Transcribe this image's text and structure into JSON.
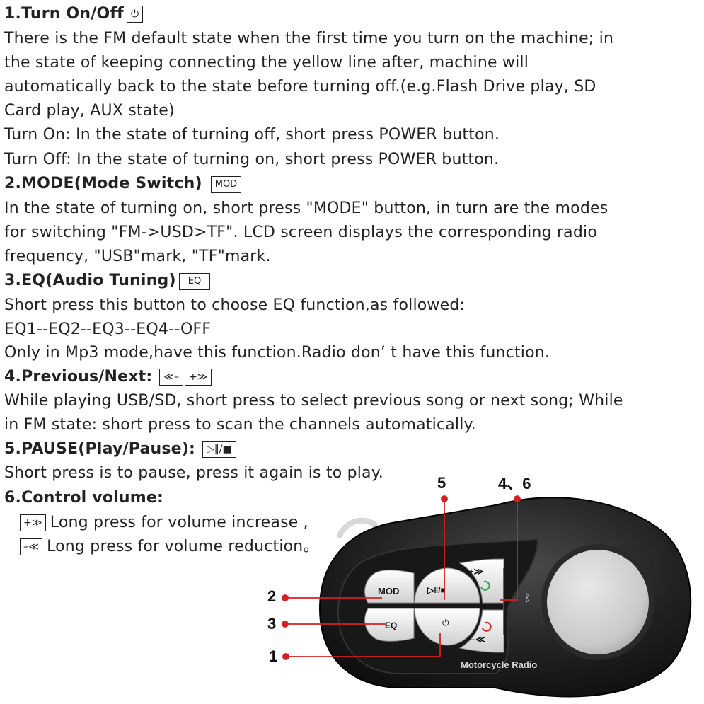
{
  "sections": {
    "s1": {
      "title": "1.Turn On/Off",
      "key": "⏻",
      "lines": [
        "There is the FM default state when the first time you turn on the machine; in",
        "the state of keeping connecting the yellow line after, machine will",
        "automatically back to the state before turning off.(e.g.Flash Drive play, SD",
        "Card play, AUX state)",
        "Turn On: In the state of turning off, short press POWER button.",
        "Turn Off: In the state of turning on, short press POWER button."
      ]
    },
    "s2": {
      "title": "2.MODE(Mode Switch)",
      "key": "MOD",
      "lines": [
        "In the state of turning on, short press \"MODE\" button, in turn are the modes",
        "for switching \"FM->USD>TF\". LCD screen displays the corresponding radio",
        "frequency, \"USB\"mark, \"TF\"mark."
      ]
    },
    "s3": {
      "title": "3.EQ(Audio Tuning)",
      "key": "EQ",
      "lines": [
        "Short press this button to choose EQ function,as followed:",
        "EQ1--EQ2--EQ3--EQ4--OFF",
        "Only in Mp3 mode,have this function.Radio don’ t have this function."
      ]
    },
    "s4": {
      "title": "4.Previous/Next:",
      "key_prev": "≪–",
      "key_next": "+≫",
      "lines": [
        "While playing USB/SD, short press to select previous song or next song; While",
        "in FM state: short press to scan the channels automatically."
      ]
    },
    "s5": {
      "title": "5.PAUSE(Play/Pause):",
      "key": "▷‖/■",
      "lines": [
        "Short press is to pause, press it again is to play."
      ]
    },
    "s6": {
      "title": "6.Control volume:",
      "vol_up_key": "+≫",
      "vol_up_text": "Long press for volume increase ,",
      "vol_down_key": "–≪",
      "vol_down_text": "Long press for volume reduction。"
    }
  },
  "device": {
    "brand_label": "Motorcycle Radio",
    "btn_mode": "MOD",
    "btn_eq": "EQ",
    "btn_play": "▷‖/■",
    "btn_power": "⏻",
    "btn_next": "+≫",
    "btn_prev": "–≪",
    "bluetooth": "ᛒ"
  },
  "callouts": {
    "c1": "1",
    "c2": "2",
    "c3": "3",
    "c5": "5",
    "c46": "4、6"
  },
  "colors": {
    "callout_red": "#d42020",
    "body_black": "#1a1a1a"
  }
}
